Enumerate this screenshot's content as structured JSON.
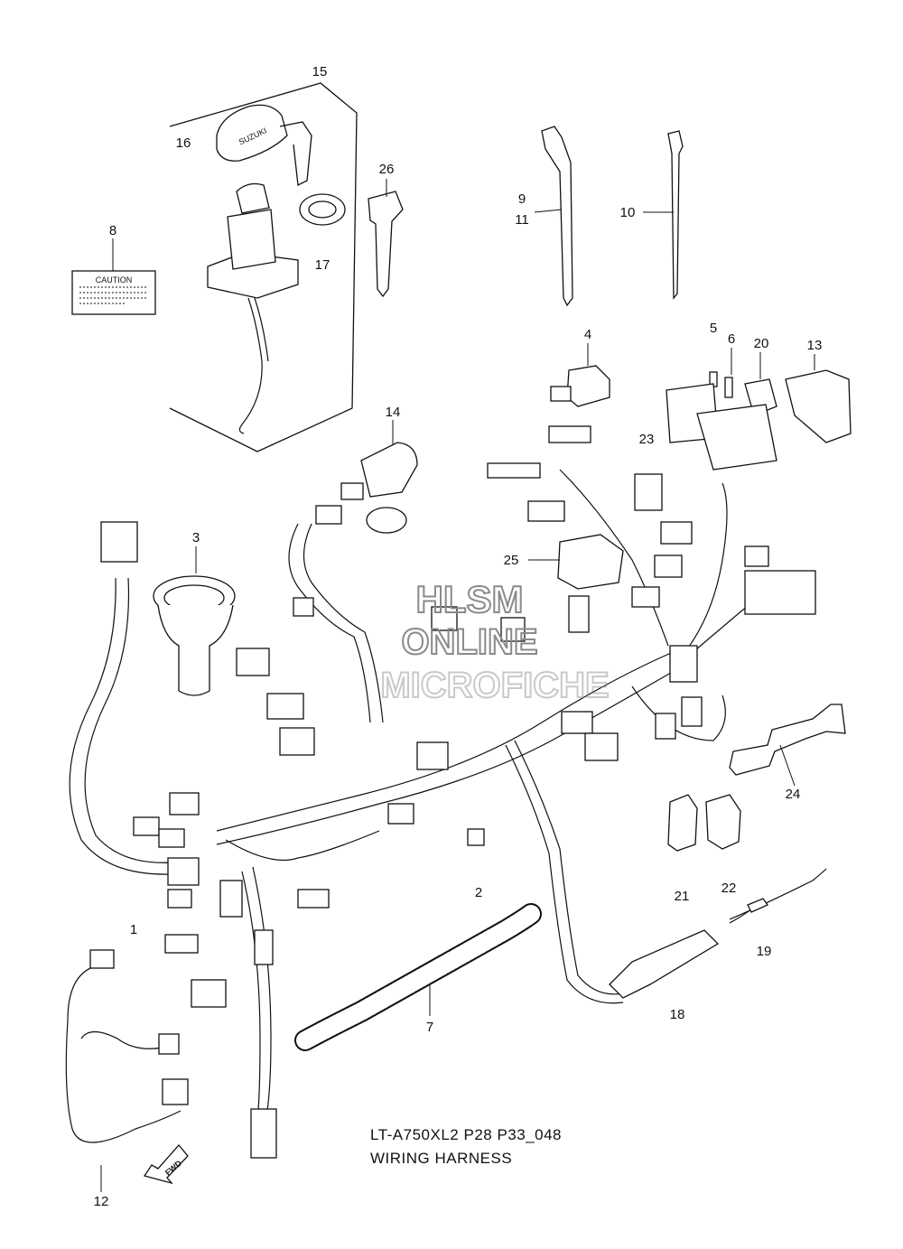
{
  "parts": [
    {
      "id": "p1",
      "label": "1"
    },
    {
      "id": "p2",
      "label": "2"
    },
    {
      "id": "p3",
      "label": "3"
    },
    {
      "id": "p4",
      "label": "4"
    },
    {
      "id": "p5",
      "label": "5"
    },
    {
      "id": "p6",
      "label": "6"
    },
    {
      "id": "p7",
      "label": "7"
    },
    {
      "id": "p8",
      "label": "8"
    },
    {
      "id": "p9",
      "label": "9"
    },
    {
      "id": "p10",
      "label": "10"
    },
    {
      "id": "p11",
      "label": "11"
    },
    {
      "id": "p12",
      "label": "12"
    },
    {
      "id": "p13",
      "label": "13"
    },
    {
      "id": "p14",
      "label": "14"
    },
    {
      "id": "p15",
      "label": "15"
    },
    {
      "id": "p16",
      "label": "16"
    },
    {
      "id": "p17",
      "label": "17"
    },
    {
      "id": "p18",
      "label": "18"
    },
    {
      "id": "p19",
      "label": "19"
    },
    {
      "id": "p20",
      "label": "20"
    },
    {
      "id": "p21",
      "label": "21"
    },
    {
      "id": "p22",
      "label": "22"
    },
    {
      "id": "p23",
      "label": "23"
    },
    {
      "id": "p24",
      "label": "24"
    },
    {
      "id": "p25",
      "label": "25"
    },
    {
      "id": "p26",
      "label": "26"
    }
  ],
  "caution_label": "CAUTION",
  "key_brand": "SUZUKI",
  "fwd_arrow": "FWD",
  "watermark": {
    "line1": "HLSM",
    "line2": "ONLINE",
    "line3": "MICROFICHE"
  },
  "caption": {
    "code": "LT-A750XL2 P28 P33_048",
    "title": "WIRING HARNESS"
  }
}
